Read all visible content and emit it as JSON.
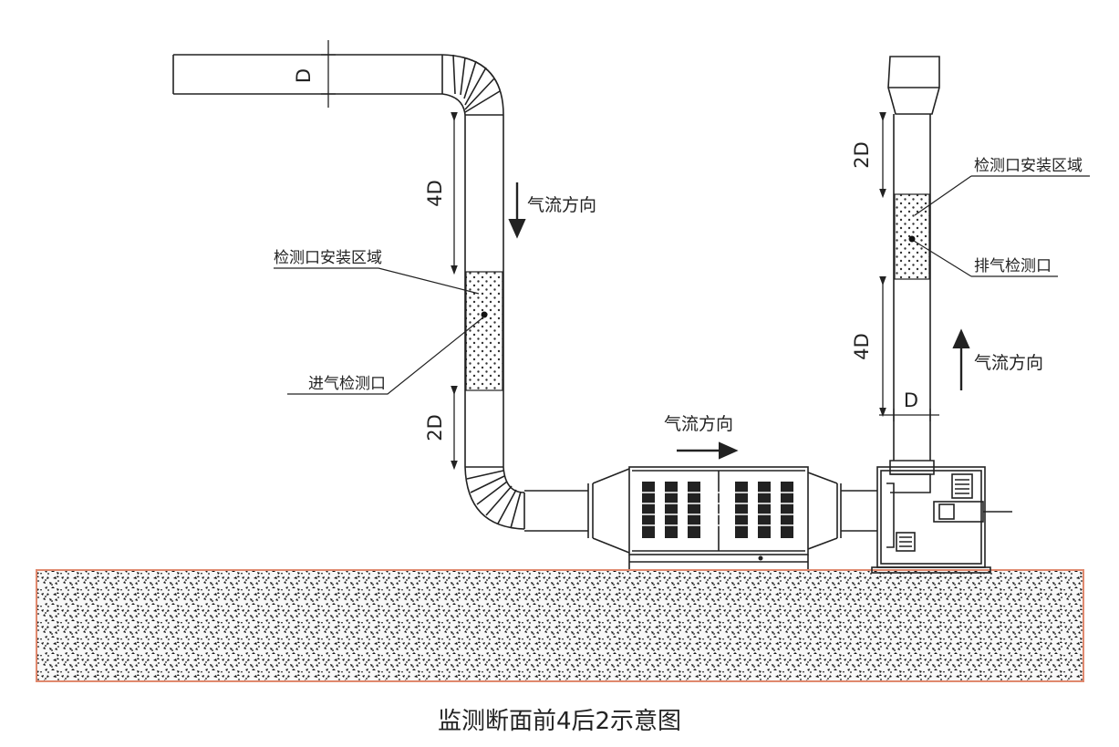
{
  "caption": "监测断面前4后2示意图",
  "labels": {
    "airflow_inlet": "气流方向",
    "airflow_horizontal": "气流方向",
    "airflow_outlet": "气流方向",
    "install_zone_inlet": "检测口安装区域",
    "install_zone_outlet": "检测口安装区域",
    "inlet_port": "进气检测口",
    "outlet_port": "排气检测口"
  },
  "dimensions": {
    "inlet_duct_diameter": "D",
    "inlet_upstream": "4D",
    "inlet_downstream": "2D",
    "outlet_upstream": "2D",
    "outlet_downstream": "4D",
    "outlet_diameter": "D"
  },
  "colors": {
    "line": "#222222",
    "ground_border": "#e0896e",
    "ground_fill": "#f7f7f7"
  }
}
